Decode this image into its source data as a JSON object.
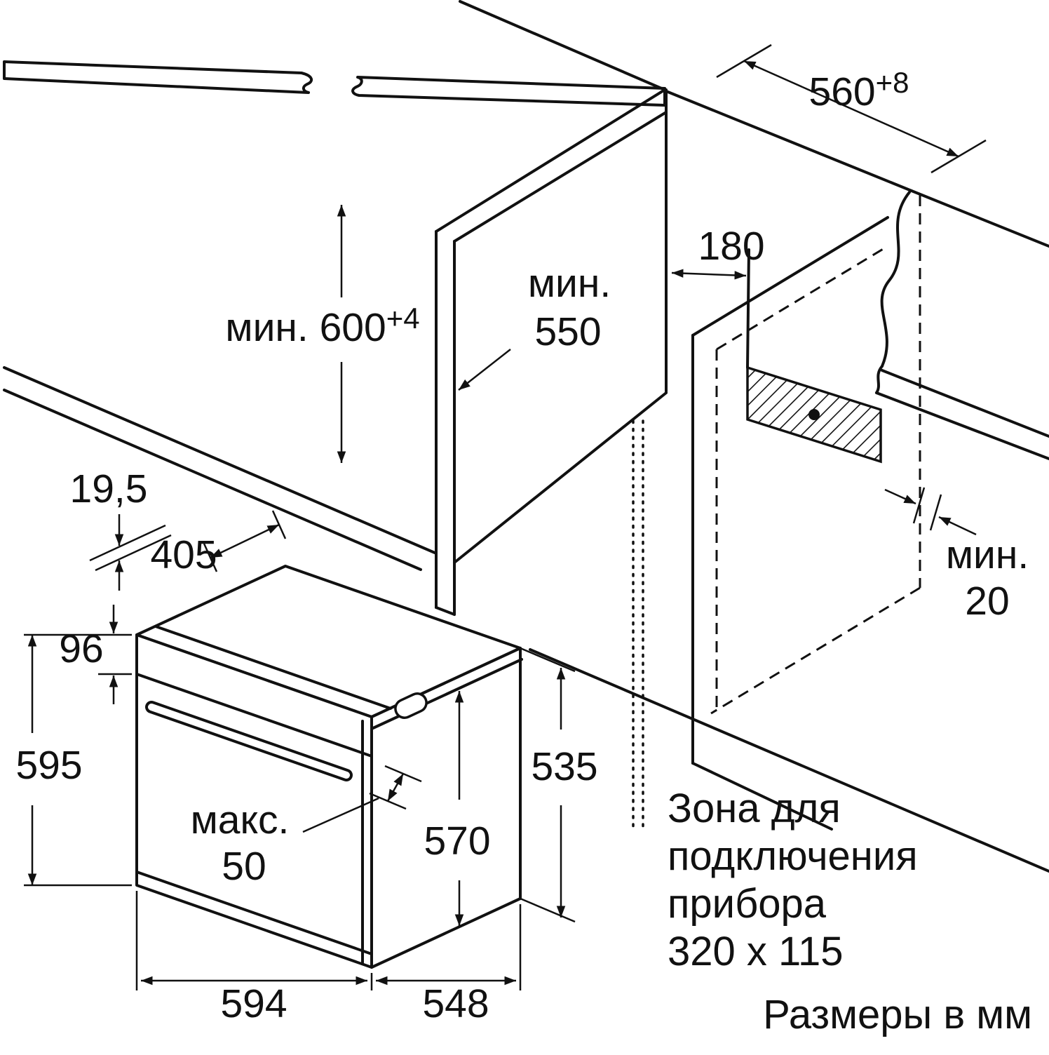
{
  "diagram": {
    "dims": {
      "top_width": {
        "value": "560",
        "sup": "+8"
      },
      "niche_height": {
        "value": "мин. 600",
        "sup": "+4"
      },
      "niche_depth_line1": "мин.",
      "niche_depth_line2": "550",
      "conduit_offset": "180",
      "rear_gap_line1": "мин.",
      "rear_gap_line2": "20",
      "overhang": "19,5",
      "top_depth": "405",
      "panel_height": "96",
      "oven_height": "595",
      "handle_line1": "макс.",
      "handle_line2": "50",
      "inner_height": "570",
      "rear_height": "535",
      "oven_width": "594",
      "oven_depth": "548"
    },
    "zone_note": {
      "line1": "Зона для",
      "line2": "подключения",
      "line3": "прибора",
      "line4": "320 x 115"
    },
    "units_note": "Размеры в мм"
  }
}
